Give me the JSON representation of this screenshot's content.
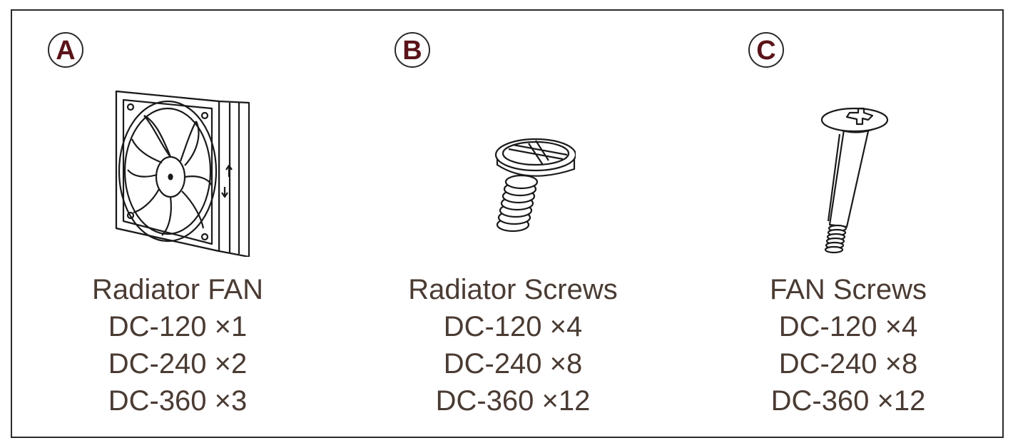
{
  "accent_color": "#5a1419",
  "text_color": "#4a3b33",
  "items": [
    {
      "badge": "A",
      "icon": "radiator-fan-icon",
      "title": "Radiator FAN",
      "lines": [
        "DC-120 ×1",
        "DC-240 ×2",
        "DC-360 ×3"
      ]
    },
    {
      "badge": "B",
      "icon": "radiator-screw-icon",
      "title": "Radiator Screws",
      "lines": [
        "DC-120 ×4",
        "DC-240 ×8",
        "DC-360 ×12"
      ]
    },
    {
      "badge": "C",
      "icon": "fan-screw-icon",
      "title": "FAN Screws",
      "lines": [
        "DC-120 ×4",
        "DC-240 ×8",
        "DC-360 ×12"
      ]
    }
  ]
}
